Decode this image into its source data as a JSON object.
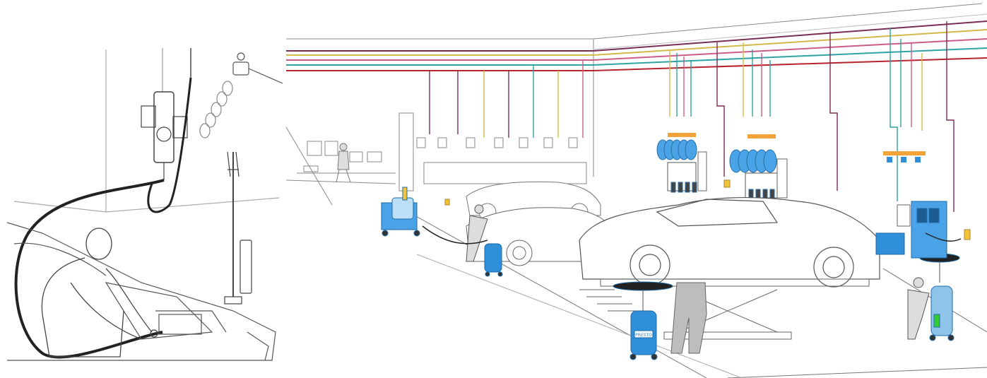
{
  "brand": {
    "text": "PRESTO",
    "color": "#2a8fd6"
  },
  "colors": {
    "line": "#555555",
    "light_line": "#9a9a9a",
    "equipment_blue": "#2f8fd8",
    "pipe_purple": "#7a2e55",
    "pipe_yellow": "#d4b84a",
    "pipe_teal": "#2fa3a3",
    "pipe_pink": "#cc5a8a",
    "pipe_red": "#b8232e",
    "hose_black": "#222222"
  },
  "scene": {
    "left_panel": "hose-reel-workshop-sketch",
    "right_panel": "garage-fluid-distribution-illustration"
  }
}
